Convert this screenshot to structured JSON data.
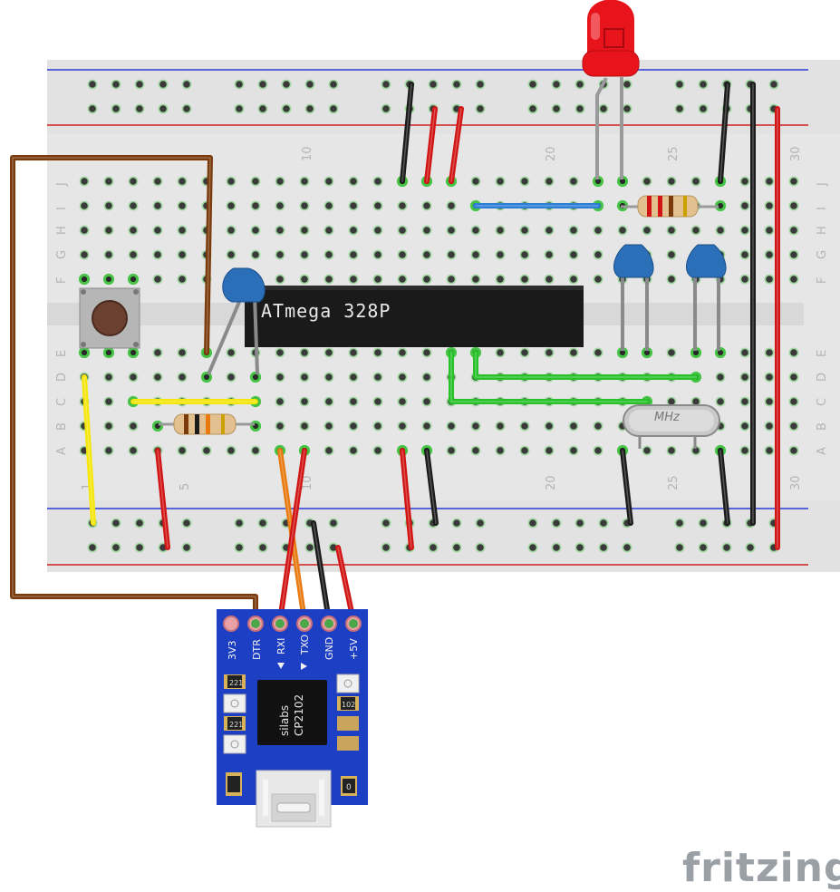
{
  "breadboard": {
    "column_numbers_top": [
      "10",
      "20",
      "25",
      "30"
    ],
    "column_numbers_bottom": [
      "1",
      "5",
      "10",
      "20",
      "25",
      "30"
    ],
    "row_letters_top": [
      "J",
      "I",
      "H",
      "G",
      "F"
    ],
    "row_letters_bottom": [
      "E",
      "D",
      "C",
      "B",
      "A"
    ]
  },
  "chip": {
    "label": "ATmega 328P"
  },
  "crystal": {
    "label": "MHz"
  },
  "usb_serial": {
    "pins": [
      "3V3",
      "DTR",
      "RXI",
      "TXO",
      "GND",
      "+5V"
    ],
    "chip_brand": "silabs",
    "chip_model": "CP2102",
    "smd_labels": [
      "221",
      "221",
      "102",
      "0"
    ]
  },
  "brand": {
    "name": "fritzing"
  },
  "colors": {
    "board": "#e8e8e8",
    "rail_blue": "#2a3bd6",
    "rail_red": "#cc2222",
    "wire_red": "#d11414",
    "wire_black": "#1b1b1b",
    "wire_brown": "#7a3a0b",
    "wire_yellow": "#f5e60b",
    "wire_green": "#27c12a",
    "wire_blue": "#2d7fd6",
    "wire_orange": "#e87a10",
    "pcb_blue": "#1d3fc4",
    "chip": "#1a1a1a",
    "led": "#e8141c",
    "capacitor": "#2a6fb8"
  }
}
